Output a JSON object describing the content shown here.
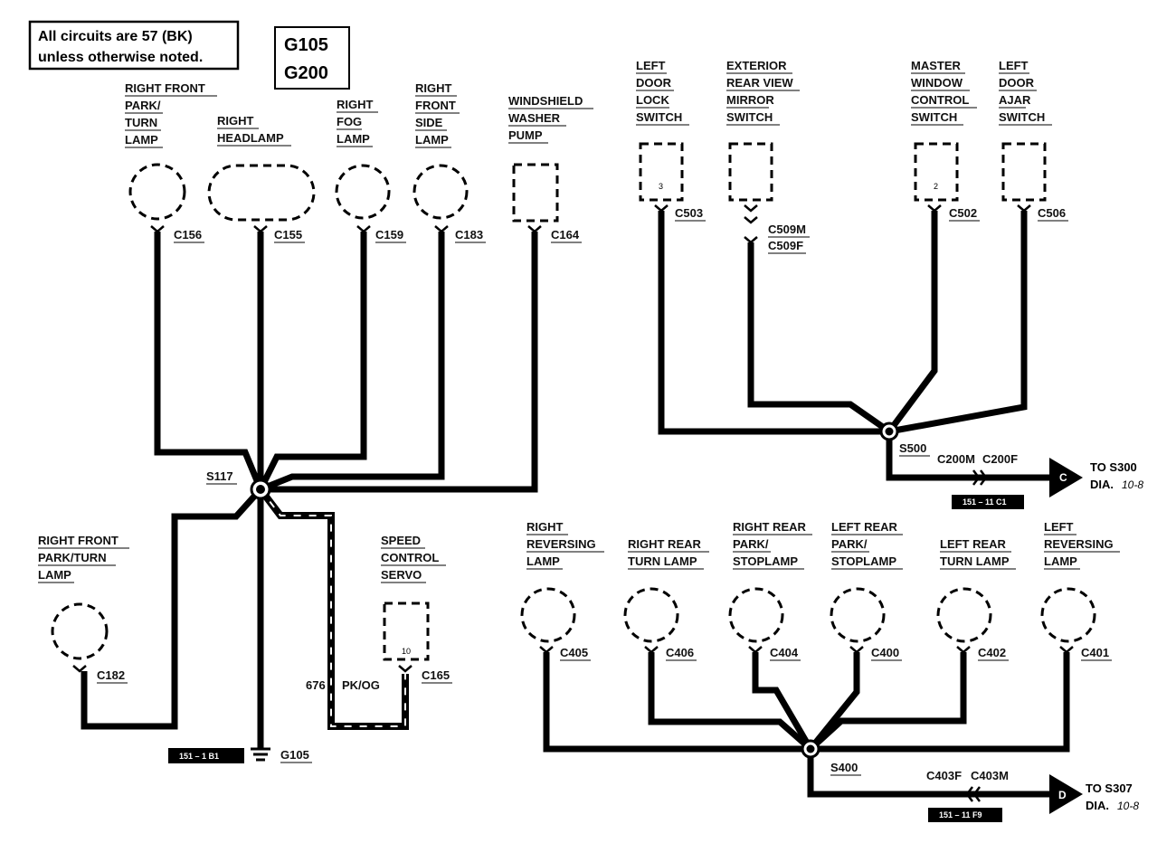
{
  "note": {
    "line1": "All circuits are 57 (BK)",
    "line2": "unless otherwise noted."
  },
  "grounds_box": {
    "line1": "G105",
    "line2": "G200"
  },
  "components": {
    "rf_park_turn_top": [
      "RIGHT FRONT",
      "PARK/",
      "TURN",
      "LAMP"
    ],
    "right_headlamp": [
      "RIGHT",
      "HEADLAMP"
    ],
    "right_fog_lamp": [
      "RIGHT",
      "FOG",
      "LAMP"
    ],
    "rf_side_lamp": [
      "RIGHT",
      "FRONT",
      "SIDE",
      "LAMP"
    ],
    "washer_pump": [
      "WINDSHIELD",
      "WASHER",
      "PUMP"
    ],
    "rf_park_turn_left": [
      "RIGHT FRONT",
      "PARK/TURN",
      "LAMP"
    ],
    "speed_control": [
      "SPEED",
      "CONTROL",
      "SERVO"
    ],
    "left_door_lock": [
      "LEFT",
      "DOOR",
      "LOCK",
      "SWITCH"
    ],
    "ext_mirror": [
      "EXTERIOR",
      "REAR VIEW",
      "MIRROR",
      "SWITCH"
    ],
    "master_window": [
      "MASTER",
      "WINDOW",
      "CONTROL",
      "SWITCH"
    ],
    "left_door_ajar": [
      "LEFT",
      "DOOR",
      "AJAR",
      "SWITCH"
    ],
    "right_reversing": [
      "RIGHT",
      "REVERSING",
      "LAMP"
    ],
    "right_rear_turn": [
      "RIGHT REAR",
      "TURN LAMP"
    ],
    "right_rear_park": [
      "RIGHT REAR",
      "PARK/",
      "STOPLAMP"
    ],
    "left_rear_park": [
      "LEFT REAR",
      "PARK/",
      "STOPLAMP"
    ],
    "left_rear_turn": [
      "LEFT REAR",
      "TURN LAMP"
    ],
    "left_reversing": [
      "LEFT",
      "REVERSING",
      "LAMP"
    ]
  },
  "connectors": {
    "c156": "C156",
    "c155": "C155",
    "c159": "C159",
    "c183": "C183",
    "c164": "C164",
    "c182": "C182",
    "c165": "C165",
    "c503": "C503",
    "c509m": "C509M",
    "c509f": "C509F",
    "c502": "C502",
    "c506": "C506",
    "c405": "C405",
    "c406": "C406",
    "c404": "C404",
    "c400": "C400",
    "c402": "C402",
    "c401": "C401",
    "c200m": "C200M",
    "c200f": "C200F",
    "c403f": "C403F",
    "c403m": "C403M"
  },
  "pins": {
    "speed_servo": "10",
    "door_lock": "3",
    "master_window": "2"
  },
  "splices": {
    "s117": "S117",
    "s500": "S500",
    "s400": "S400"
  },
  "ground": {
    "label": "G105",
    "ref": "151 – 1 B1"
  },
  "circuit_676": {
    "number": "676",
    "color": "PK/OG"
  },
  "dest_c": {
    "letter": "C",
    "line1": "TO S300",
    "dia": "DIA.",
    "page": "10-8",
    "ref": "151 – 11 C1"
  },
  "dest_d": {
    "letter": "D",
    "line1": "TO S307",
    "dia": "DIA.",
    "page": "10-8",
    "ref": "151 – 11 F9"
  }
}
